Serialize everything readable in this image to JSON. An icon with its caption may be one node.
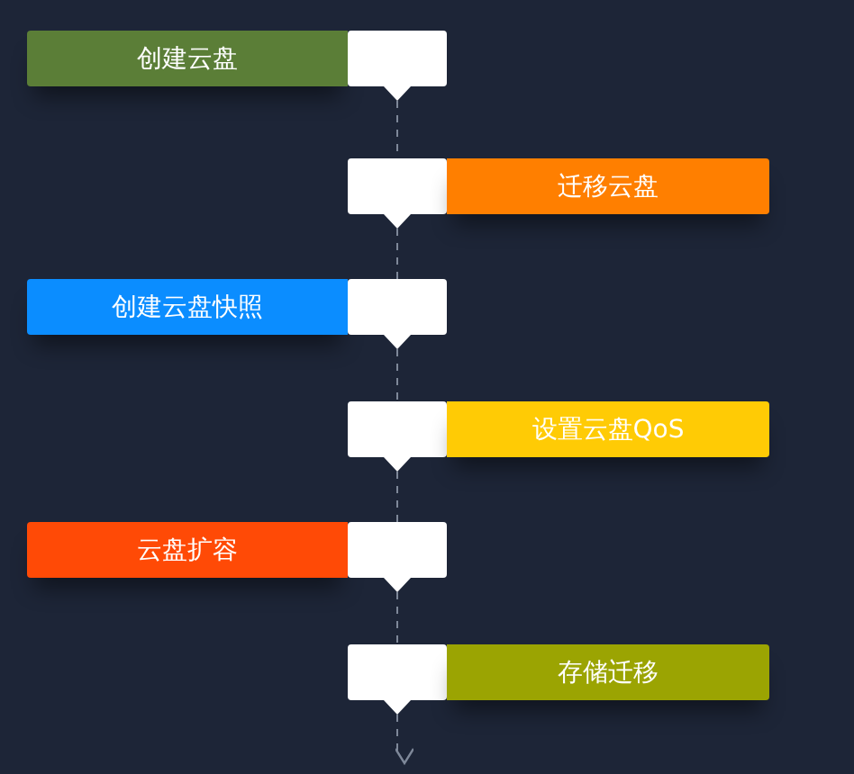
{
  "diagram": {
    "nodes": [
      {
        "text": [
          "创建云盘"
        ]
      },
      {
        "text": [],
        "shape": "box"
      },
      {
        "text": [],
        "shape": "box"
      },
      {
        "text": [
          "迁移云盘"
        ]
      },
      {
        "text": [
          "创建云盘快照"
        ]
      },
      {
        "text": [],
        "shape": "box"
      },
      {
        "text": [],
        "shape": "box"
      },
      {
        "text": [
          "设置云盘QoS"
        ]
      },
      {
        "text": [
          "云盘扩容"
        ]
      },
      {
        "text": [],
        "shape": "box"
      },
      {
        "text": [],
        "shape": "box"
      },
      {
        "text": [
          "存储迁移"
        ]
      }
    ],
    "edges": [
      {
        "from": 1,
        "to": 2,
        "arrow": "none",
        "style": "dashed"
      },
      {
        "from": 2,
        "to": 5,
        "arrow": "none",
        "style": "dashed"
      },
      {
        "from": 5,
        "to": 6,
        "arrow": "none",
        "style": "dashed"
      },
      {
        "from": 6,
        "to": 9,
        "arrow": "none",
        "style": "dashed"
      },
      {
        "from": 9,
        "to": 10,
        "arrow": "none",
        "style": "dashed"
      },
      {
        "from": 10,
        "to": null,
        "arrow": "to",
        "style": "dashed"
      }
    ]
  }
}
